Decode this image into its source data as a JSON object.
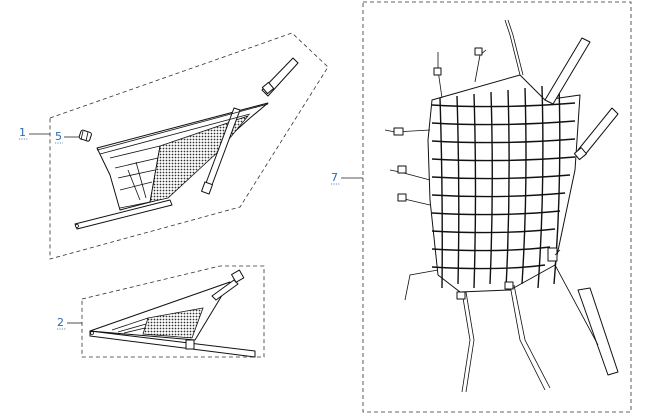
{
  "callouts": {
    "part1": "1",
    "part5": "5",
    "part2": "2",
    "part7": "7"
  },
  "colors": {
    "callout": "#2a6ab0",
    "line": "#111111",
    "mesh": "#333333"
  }
}
